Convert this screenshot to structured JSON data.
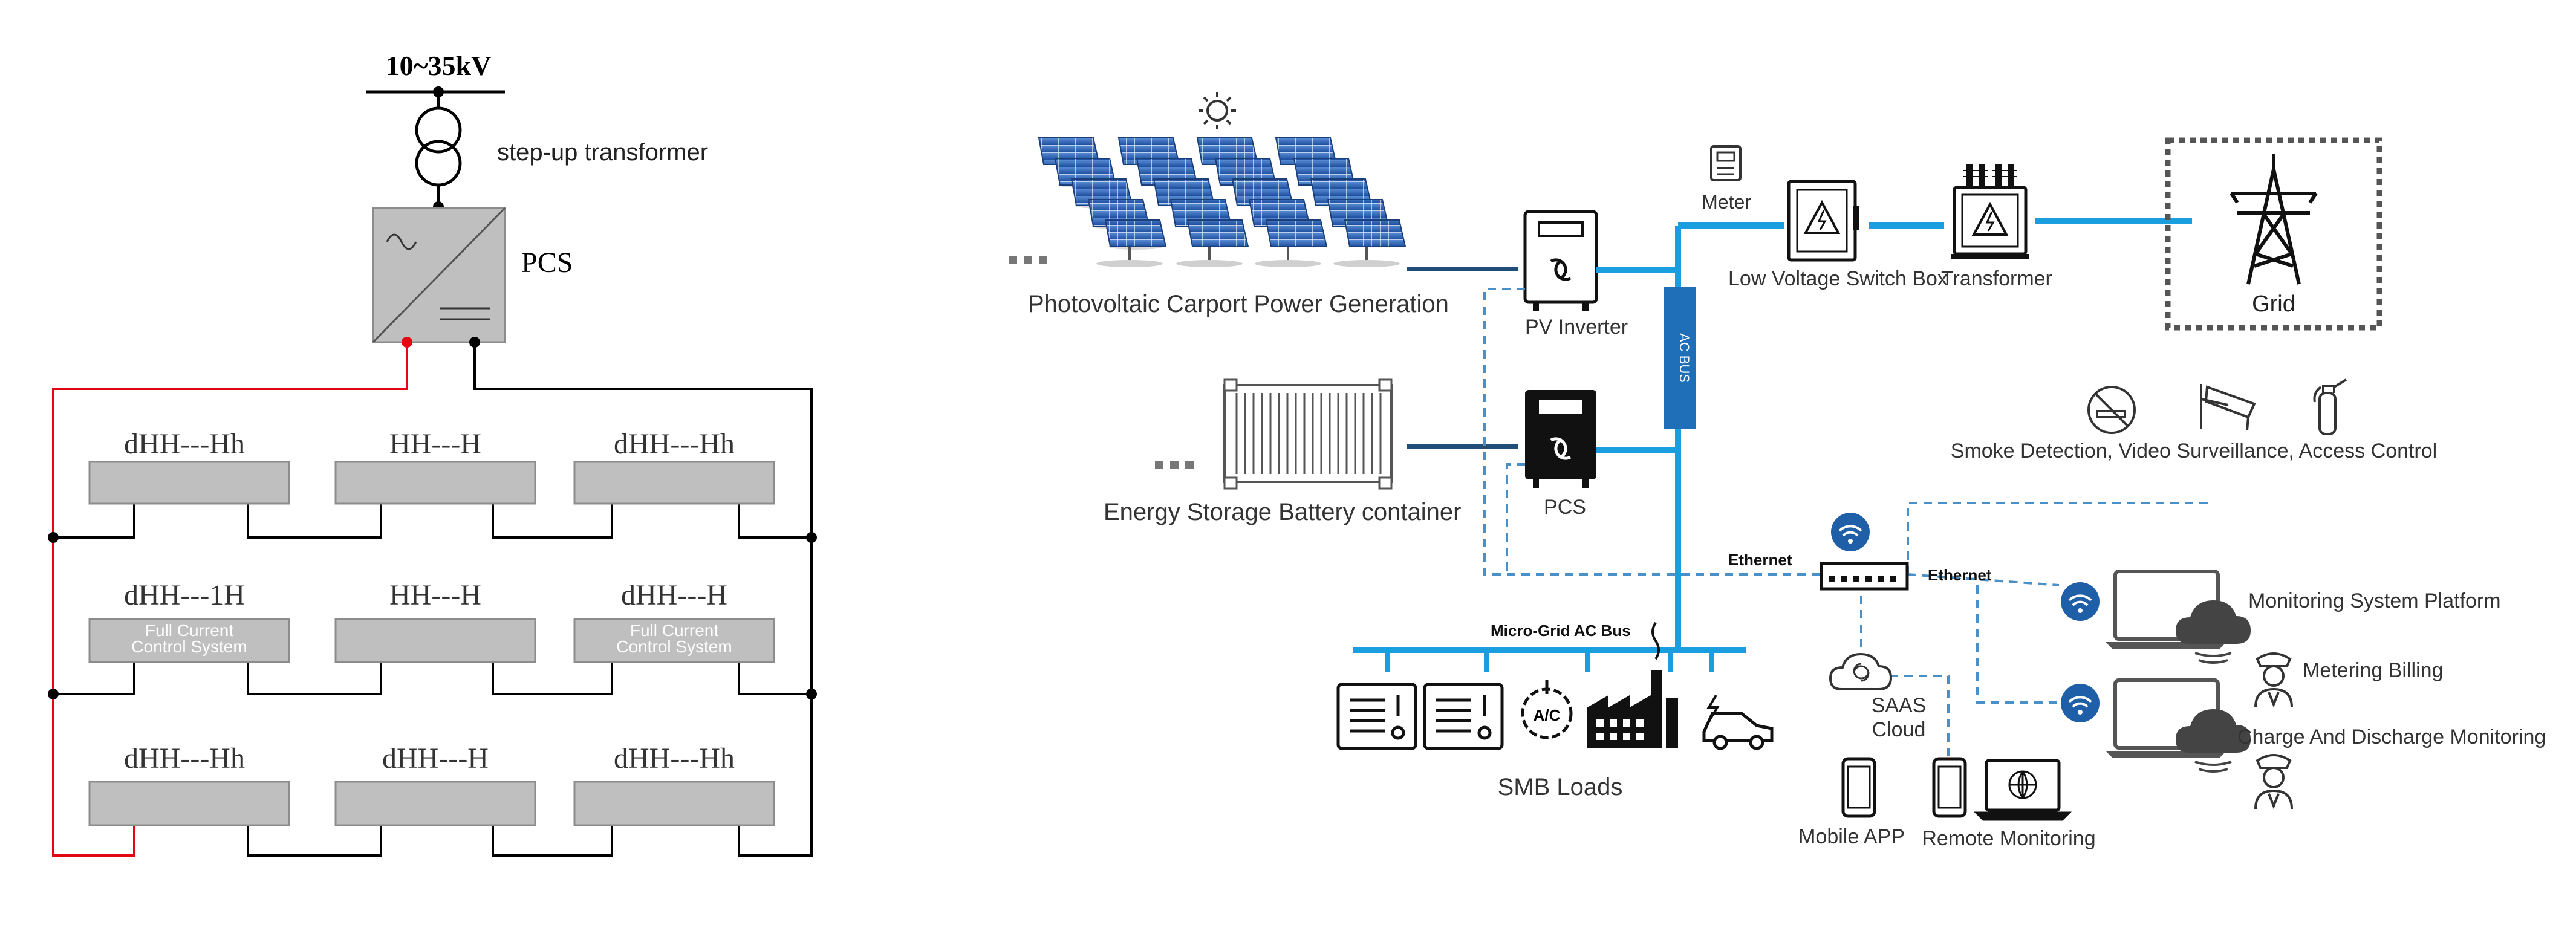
{
  "left_diagram": {
    "voltage_label": "10~35kV",
    "transformer_label": "step-up transformer",
    "pcs_label": "PCS",
    "battery_row1": [
      "dHH---Hh",
      "HH---H",
      "dHH---Hh"
    ],
    "battery_row2": [
      "dHH---1H",
      "HH---H",
      "dHH---H"
    ],
    "battery_row3": [
      "dHH---Hh",
      "dHH---H",
      "dHH---Hh"
    ],
    "control_system_line1": "Full Current",
    "control_system_line2": "Control System",
    "colors": {
      "dc_positive": "#e30613",
      "box_fill": "#bfbfbf",
      "box_stroke": "#8c8c8c"
    }
  },
  "right_diagram": {
    "pv_label": "Photovoltaic Carport Power Generation",
    "storage_label": "Energy Storage Battery container",
    "pv_inverter_label": "PV Inverter",
    "pcs_label": "PCS",
    "ac_bus_label": "AC BUS",
    "meter_label": "Meter",
    "switch_box_label": "Low Voltage Switch Box",
    "transformer_label": "Transformer",
    "grid_label": "Grid",
    "safety_label": "Smoke Detection, Video Surveillance, Access Control",
    "ethernet_label_1": "Ethernet",
    "ethernet_label_2": "Ethernet",
    "microgrid_label": "Micro-Grid AC Bus",
    "loads_label": "SMB Loads",
    "ac_icon_label": "A/C",
    "saas_line1": "SAAS",
    "saas_line2": "Cloud",
    "mobile_app_label": "Mobile APP",
    "remote_monitoring_label": "Remote Monitoring",
    "monitoring_platform_label": "Monitoring System Platform",
    "metering_billing_label": "Metering Billing",
    "charge_discharge_label": "Charge And Discharge Monitoring",
    "colors": {
      "bus_blue": "#1a9ee0",
      "dark_line": "#1f4e79",
      "dash_blue": "#4a90c8",
      "icon_blue": "#1e5fa8"
    }
  }
}
